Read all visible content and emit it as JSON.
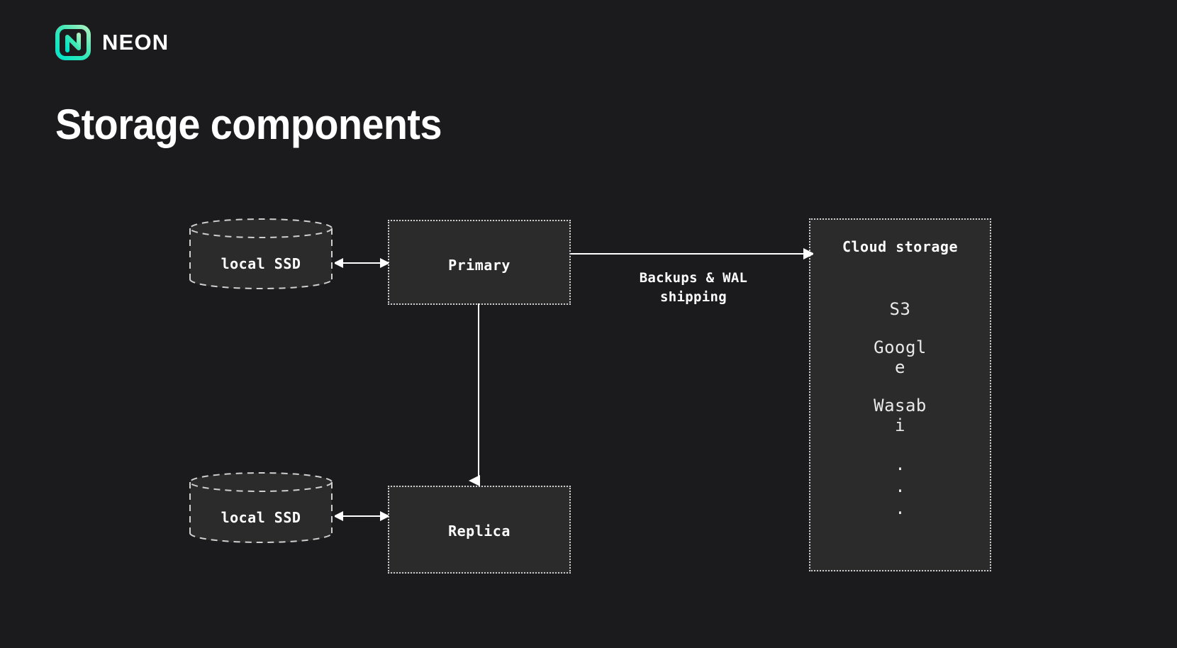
{
  "brand": {
    "logo_icon": "neon-logo-icon",
    "wordmark": "NEON",
    "accent_start": "#00e0c0",
    "accent_end": "#a8f0c0"
  },
  "title": "Storage components",
  "colors": {
    "background": "#1b1b1d",
    "node_fill": "#2b2b2b",
    "border": "#cfcfcf",
    "text": "#ffffff"
  },
  "diagram": {
    "nodes": {
      "ssd_top": {
        "label": "local SSD",
        "shape": "cylinder"
      },
      "ssd_bottom": {
        "label": "local SSD",
        "shape": "cylinder"
      },
      "primary": {
        "label": "Primary",
        "shape": "box"
      },
      "replica": {
        "label": "Replica",
        "shape": "box"
      },
      "cloud": {
        "label": "Cloud storage",
        "shape": "box",
        "items": [
          "S3",
          "Google",
          "Wasabi"
        ],
        "ellipsis": [
          ".",
          ".",
          "."
        ]
      }
    },
    "edges": {
      "ssd_primary": {
        "type": "bidirectional-arrow",
        "label": ""
      },
      "ssd_replica": {
        "type": "bidirectional-arrow",
        "label": ""
      },
      "primary_cloud": {
        "type": "arrow",
        "label": "Backups & WAL\nshipping",
        "label_line1": "Backups & WAL",
        "label_line2": "shipping"
      },
      "primary_replica": {
        "type": "arrow",
        "label": ""
      }
    }
  }
}
